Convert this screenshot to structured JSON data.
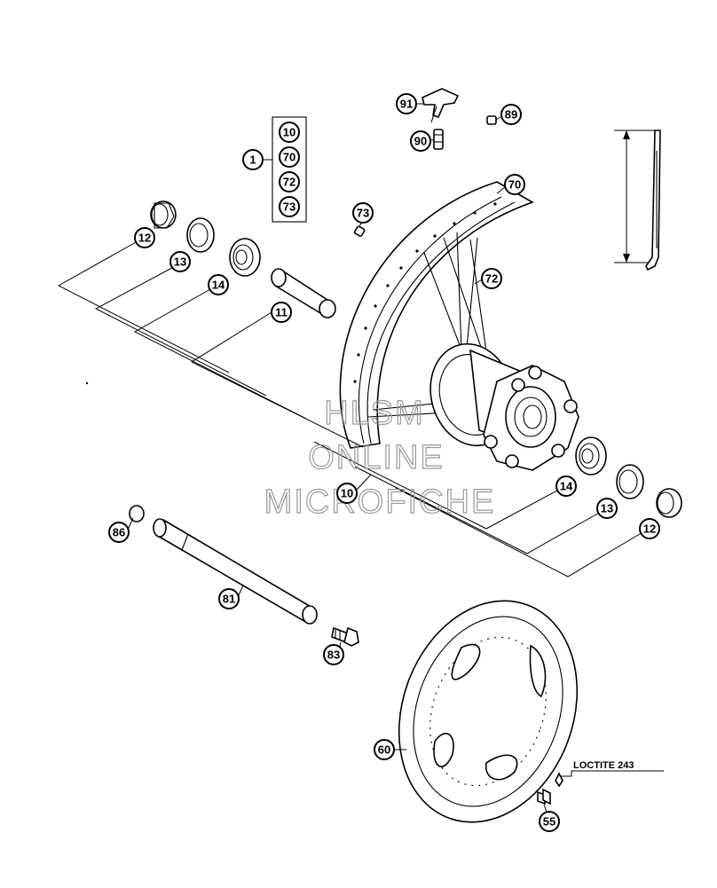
{
  "diagram": {
    "callouts": {
      "c1": "1",
      "c10_box": "10",
      "c70_box": "70",
      "c72_box": "72",
      "c73_box": "73",
      "c91": "91",
      "c89": "89",
      "c90": "90",
      "c70_rim": "70",
      "c73_nipple": "73",
      "c72_spoke": "72",
      "c12_left": "12",
      "c13_left": "13",
      "c14_left": "14",
      "c11": "11",
      "c10_hub": "10",
      "c14_right": "14",
      "c13_right": "13",
      "c12_right": "12",
      "c86": "86",
      "c81": "81",
      "c83": "83",
      "c60": "60",
      "c55": "55"
    },
    "note_loctite": "LOCTITE 243",
    "watermark": {
      "line1": "HLSM",
      "line2": "ONLINE",
      "line3": "MICROFICHE"
    }
  }
}
